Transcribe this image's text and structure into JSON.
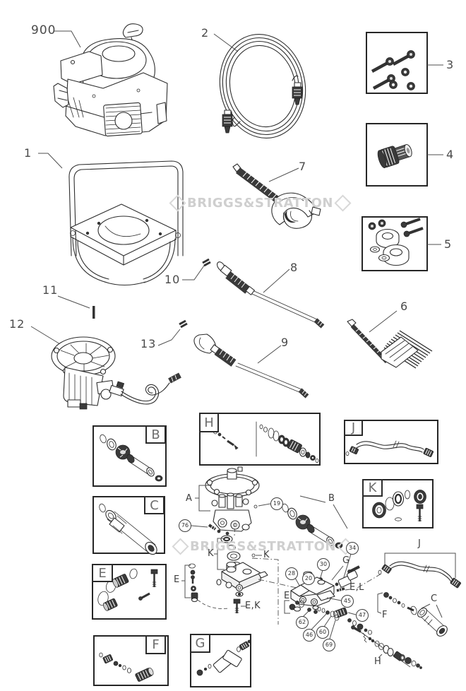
{
  "watermark": {
    "text": "BRIGGS&STRATTON"
  },
  "parts": {
    "engine": {
      "label": "900"
    },
    "frame": {
      "label": "1"
    },
    "hose": {
      "label": "2"
    },
    "hardware_kit": {
      "label": "3"
    },
    "adapter": {
      "label": "4"
    },
    "wheel_kit": {
      "label": "5"
    },
    "brush": {
      "label": "6"
    },
    "gun": {
      "label": "7"
    },
    "wand": {
      "label": "8"
    },
    "turbo_wand": {
      "label": "9"
    },
    "screw_upper": {
      "label": "10"
    },
    "pin": {
      "label": "11"
    },
    "pump": {
      "label": "12"
    },
    "screw_lower": {
      "label": "13"
    }
  },
  "kit_boxes": {
    "b": {
      "label": "B"
    },
    "c": {
      "label": "C"
    },
    "e": {
      "label": "E"
    },
    "f": {
      "label": "F"
    },
    "g": {
      "label": "G"
    },
    "h": {
      "label": "H"
    },
    "j": {
      "label": "J"
    },
    "k": {
      "label": "K"
    }
  },
  "assembly": {
    "brackets": {
      "a": "A",
      "k_left": "K",
      "k_right": "K",
      "e_left": "E",
      "ek": "E,K",
      "e_head": "E",
      "el": "E,L",
      "b": "B",
      "g": "G",
      "f": "F",
      "c": "C",
      "h": "H",
      "j": "J"
    },
    "callouts": {
      "c19": "19",
      "c76": "76",
      "c34": "34",
      "c30": "30",
      "c20": "20",
      "c28": "28",
      "c45": "45",
      "c47": "47",
      "c62": "62",
      "c46": "46",
      "c60": "60",
      "c69": "69"
    }
  }
}
